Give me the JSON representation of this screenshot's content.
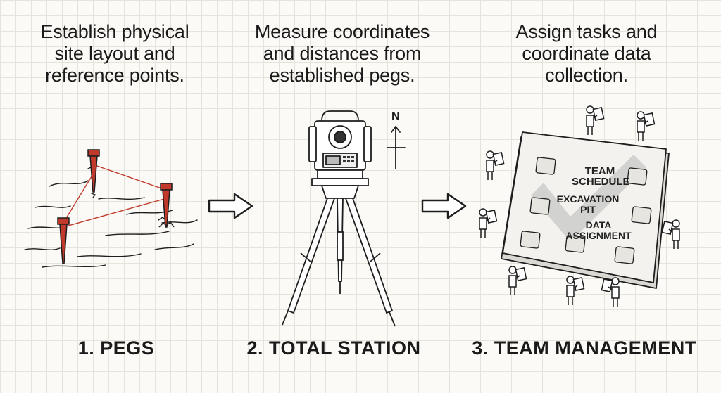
{
  "steps": [
    {
      "number_label": "1. PEGS",
      "caption": "Establish physical\nsite layout and\nreference points."
    },
    {
      "number_label": "2. TOTAL STATION",
      "caption": "Measure coordinates\nand distances from\nestablished pegs.",
      "compass_label": "N"
    },
    {
      "number_label": "3. TEAM MANAGEMENT",
      "caption": "Assign tasks and\ncoordinate data\ncollection.",
      "board_labels": {
        "team_schedule": "TEAM\nSCHEDULE",
        "excavation_pit": "EXCAVATION\nPIT",
        "data_assignment": "DATA\nASSIGNMENT"
      }
    }
  ],
  "colors": {
    "peg_red": "#c0392b",
    "ink": "#1e1e1e",
    "board_fill": "#f3f2ee",
    "check_gray": "#bdbdbd"
  },
  "icons": [
    "peg-icon",
    "total-station-icon",
    "compass-north-icon",
    "arrow-right-icon",
    "worker-icon",
    "clipboard-icon",
    "checkmark-icon"
  ]
}
